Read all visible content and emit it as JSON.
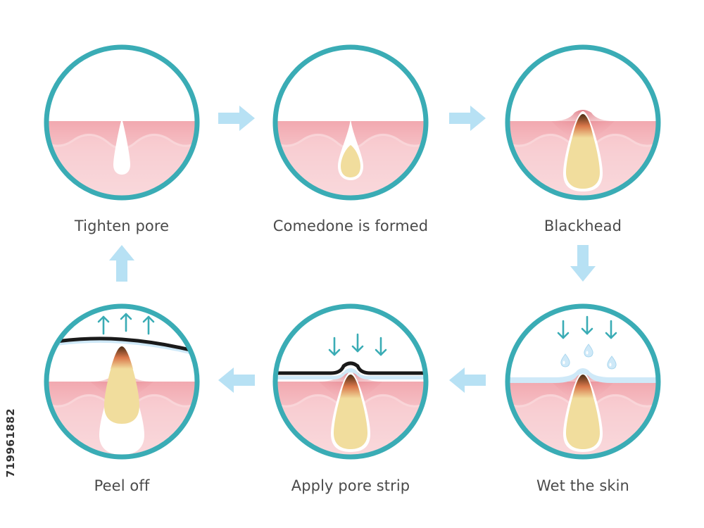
{
  "colors": {
    "ring": "#3aacb5",
    "arrow_flow": "#b7e1f4",
    "arrow_small": "#3aacb5",
    "skin_top": "#f2a9b0",
    "skin_bottom": "#f9d9dc",
    "pore_white": "#ffffff",
    "sebum": "#f1dd9d",
    "blackhead_tip": "#5a3a1f",
    "strip": "#1a1a1a",
    "water": "#cfe9f8"
  },
  "steps": [
    {
      "label": "Tighten pore",
      "stage": "tighten"
    },
    {
      "label": "Comedone is formed",
      "stage": "comedone"
    },
    {
      "label": "Blackhead",
      "stage": "blackhead"
    },
    {
      "label": "Peel off",
      "stage": "peel"
    },
    {
      "label": "Apply pore strip",
      "stage": "strip"
    },
    {
      "label": "Wet the skin",
      "stage": "wet"
    }
  ],
  "stock_id": "719961882"
}
